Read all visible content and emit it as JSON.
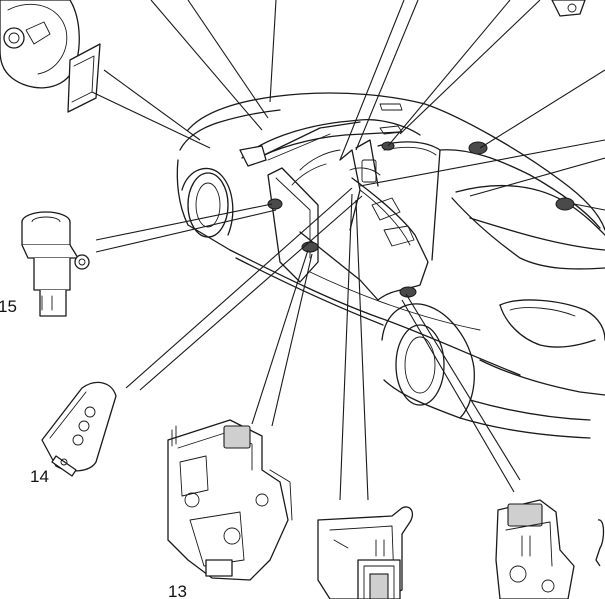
{
  "callouts": {
    "c13": "13",
    "c14": "14",
    "c15": "15"
  }
}
